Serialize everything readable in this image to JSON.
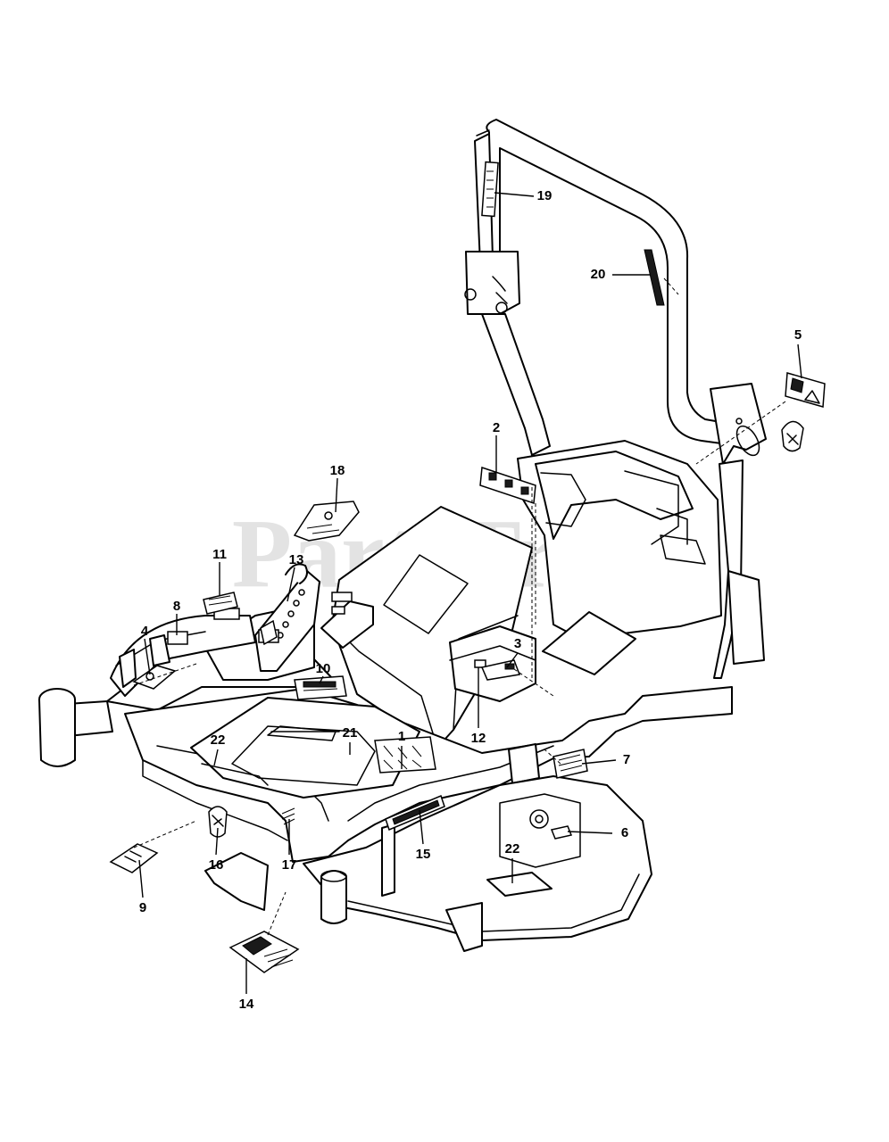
{
  "watermark": {
    "text": "PartsTree",
    "trademark": "TM"
  },
  "callouts": [
    {
      "id": "c1",
      "label": "1"
    },
    {
      "id": "c2",
      "label": "2"
    },
    {
      "id": "c3",
      "label": "3"
    },
    {
      "id": "c4",
      "label": "4"
    },
    {
      "id": "c5",
      "label": "5"
    },
    {
      "id": "c6",
      "label": "6"
    },
    {
      "id": "c7",
      "label": "7"
    },
    {
      "id": "c8",
      "label": "8"
    },
    {
      "id": "c9",
      "label": "9"
    },
    {
      "id": "c10",
      "label": "10"
    },
    {
      "id": "c11",
      "label": "11"
    },
    {
      "id": "c12",
      "label": "12"
    },
    {
      "id": "c13",
      "label": "13"
    },
    {
      "id": "c14",
      "label": "14"
    },
    {
      "id": "c15",
      "label": "15"
    },
    {
      "id": "c16",
      "label": "16"
    },
    {
      "id": "c17",
      "label": "17"
    },
    {
      "id": "c18",
      "label": "18"
    },
    {
      "id": "c19",
      "label": "19"
    },
    {
      "id": "c20",
      "label": "20"
    },
    {
      "id": "c21",
      "label": "21"
    },
    {
      "id": "c22a",
      "label": "22"
    },
    {
      "id": "c22b",
      "label": "22"
    }
  ],
  "icons": {
    "brand_logo": "husqvarna-crown-logo-icon",
    "decal_sheet": "decal-sheet-icon"
  }
}
